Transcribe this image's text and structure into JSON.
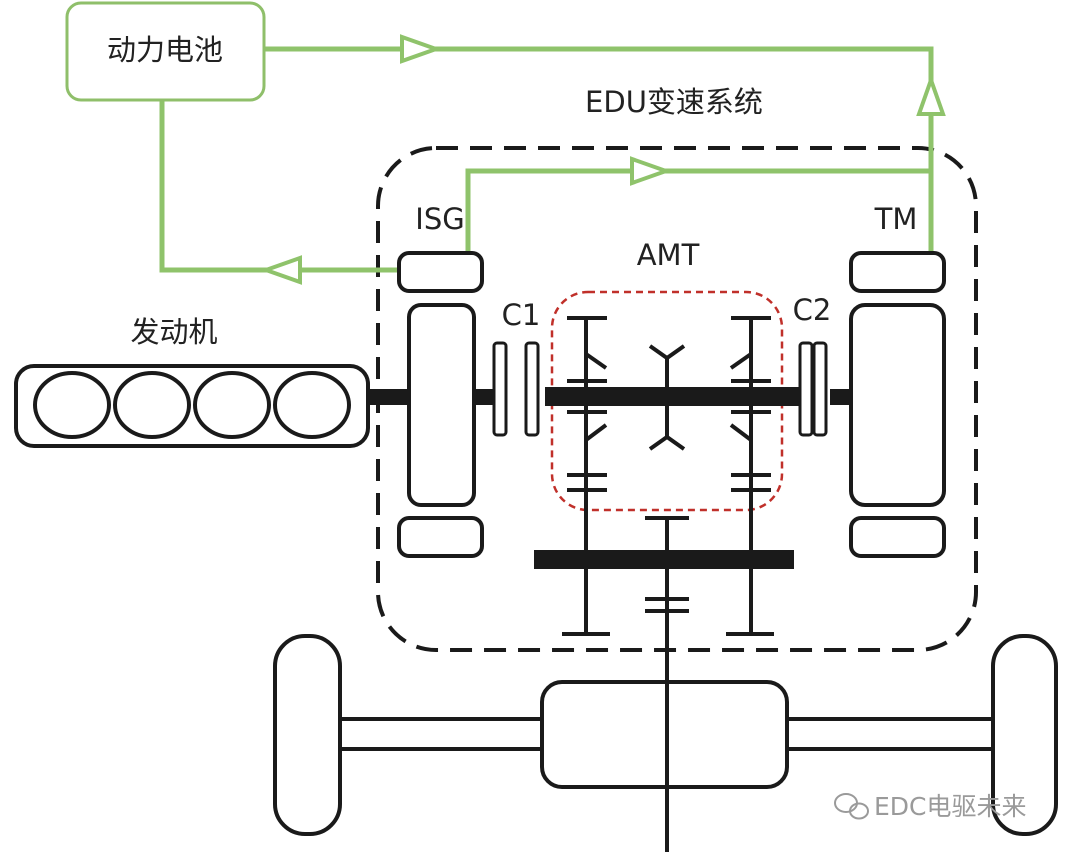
{
  "labels": {
    "battery": "动力电池",
    "edu_system": "EDU变速系统",
    "isg": "ISG",
    "tm": "TM",
    "amt": "AMT",
    "c1": "C1",
    "c2": "C2",
    "engine": "发动机"
  },
  "watermark": {
    "text": "EDC电驱未来"
  },
  "colors": {
    "flow_green": "#8fc36b",
    "battery_border": "#8fbf6a",
    "amt_dashed_red": "#c0302a",
    "ink": "#1a1a1a"
  }
}
